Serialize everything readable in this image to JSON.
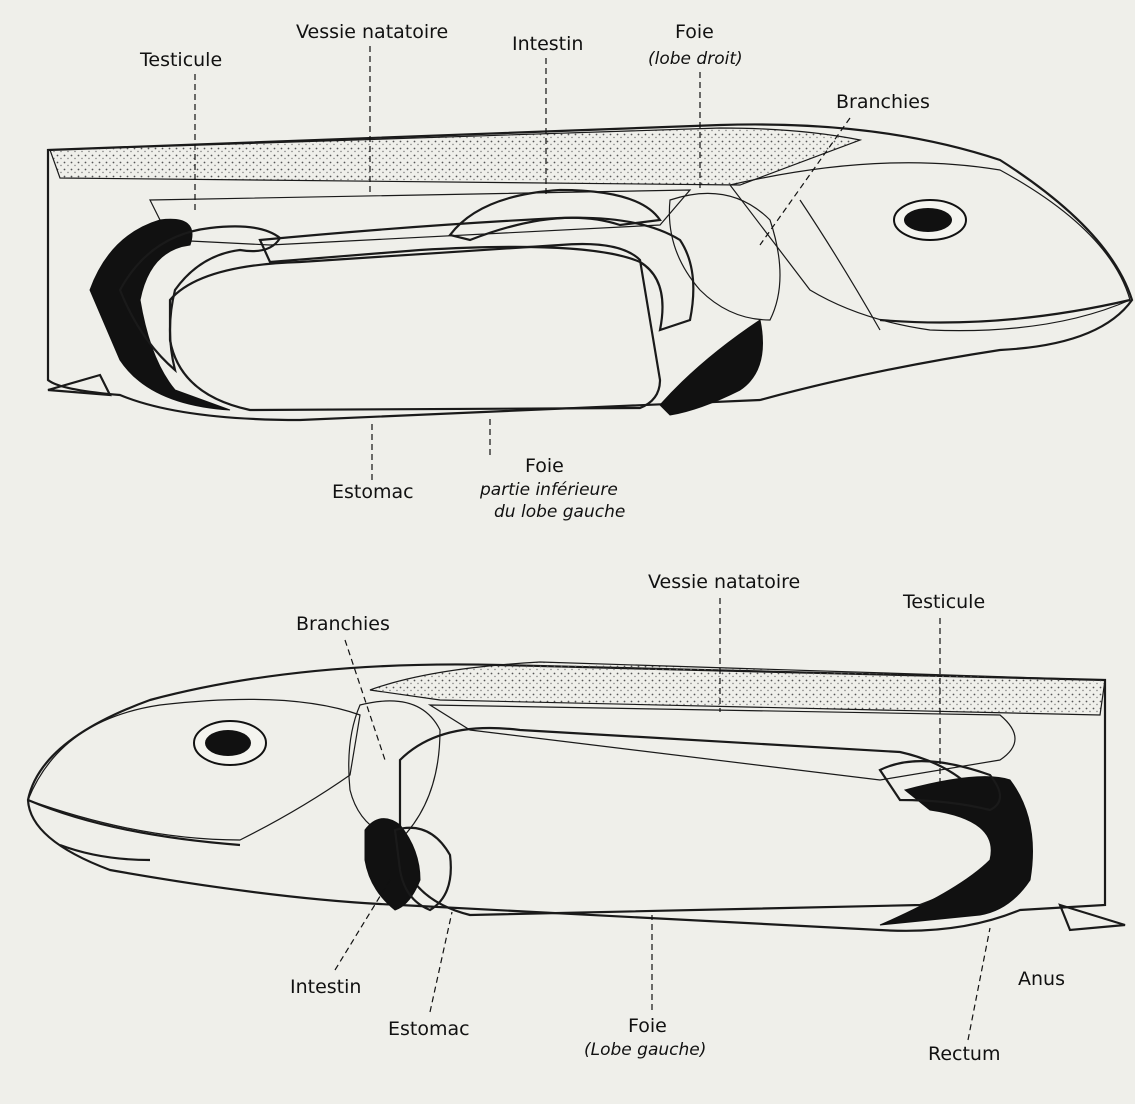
{
  "figure_top": {
    "labels": {
      "testicule": "Testicule",
      "vessie": "Vessie natatoire",
      "intestin": "Intestin",
      "foie": "Foie",
      "foie_sub": "(lobe droit)",
      "branchies": "Branchies",
      "estomac": "Estomac",
      "foie_lower": "Foie",
      "foie_lower_sub1": "partie inférieure",
      "foie_lower_sub2": "du lobe gauche"
    }
  },
  "figure_bottom": {
    "labels": {
      "vessie": "Vessie natatoire",
      "testicule": "Testicule",
      "branchies": "Branchies",
      "intestin": "Intestin",
      "estomac": "Estomac",
      "foie": "Foie",
      "foie_sub": "(Lobe gauche)",
      "anus": "Anus",
      "rectum": "Rectum"
    }
  },
  "colors": {
    "paper": "#efefea",
    "ink": "#111111",
    "stipple": "#cfcfc6"
  }
}
